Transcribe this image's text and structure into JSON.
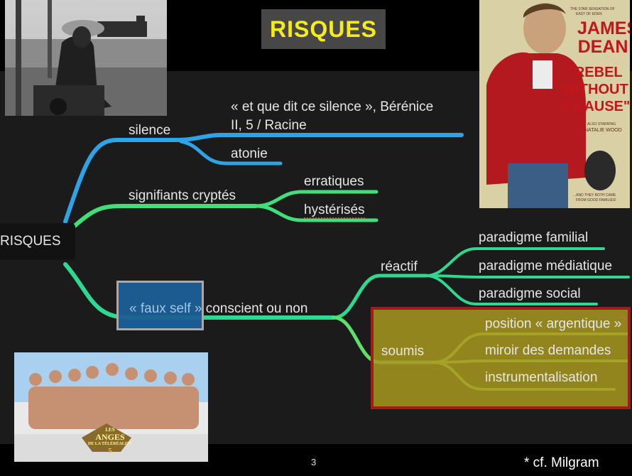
{
  "title": "RISQUES",
  "root": "RISQUES",
  "branches": {
    "silence": {
      "label": "silence",
      "children": [
        "« et que dit ce silence », Bérénice",
        "II, 5 / Racine",
        "atonie"
      ]
    },
    "signifiants": {
      "label": "signifiants cryptés",
      "children": [
        "erratiques",
        "hystérisés"
      ]
    },
    "faux_self": {
      "prefix": "« faux self »",
      "suffix": " conscient ou non",
      "reactif": {
        "label": "réactif",
        "children": [
          "paradigme familial",
          "paradigme médiatique",
          "paradigme social"
        ]
      },
      "soumis": {
        "label": "soumis",
        "children": [
          "position « argentique »",
          "miroir des demandes",
          "instrumentalisation"
        ],
        "asterisk": "*"
      }
    }
  },
  "poster": {
    "tagline": "THE STAR SENSATION OF",
    "tagline_film": "EAST OF EDEN",
    "star": [
      "JAMES",
      "DEAN"
    ],
    "film": [
      "\"REBEL",
      "WITHOUT",
      "A CAUSE\""
    ],
    "also": "ALSO STARRING",
    "costar": "NATALIE WOOD",
    "bottom": [
      "...AND THEY BOTH CAME",
      "FROM GOOD FAMILIES!"
    ]
  },
  "show_logo": [
    "LES",
    "ANGES",
    "DE LA TÉLÉRÉALITÉ",
    "5"
  ],
  "footer": {
    "page": "3",
    "note": "* cf. Milgram"
  },
  "colors": {
    "title_text": "#f7ec1a",
    "blue_branch": "#2ea3e6",
    "green_branch": "#3fe07a",
    "yellow_green_branch": "#8fe25a",
    "red_frame": "#9e1d1d"
  }
}
